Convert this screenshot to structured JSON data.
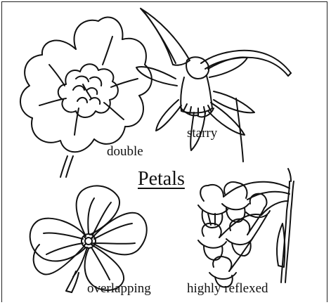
{
  "title": "Petals",
  "labels": {
    "double": "double",
    "starry": "starry",
    "overlapping": "overlapping",
    "highly_reflexed": "highly reflexed"
  },
  "colors": {
    "ink": "#111111",
    "background": "#ffffff"
  }
}
